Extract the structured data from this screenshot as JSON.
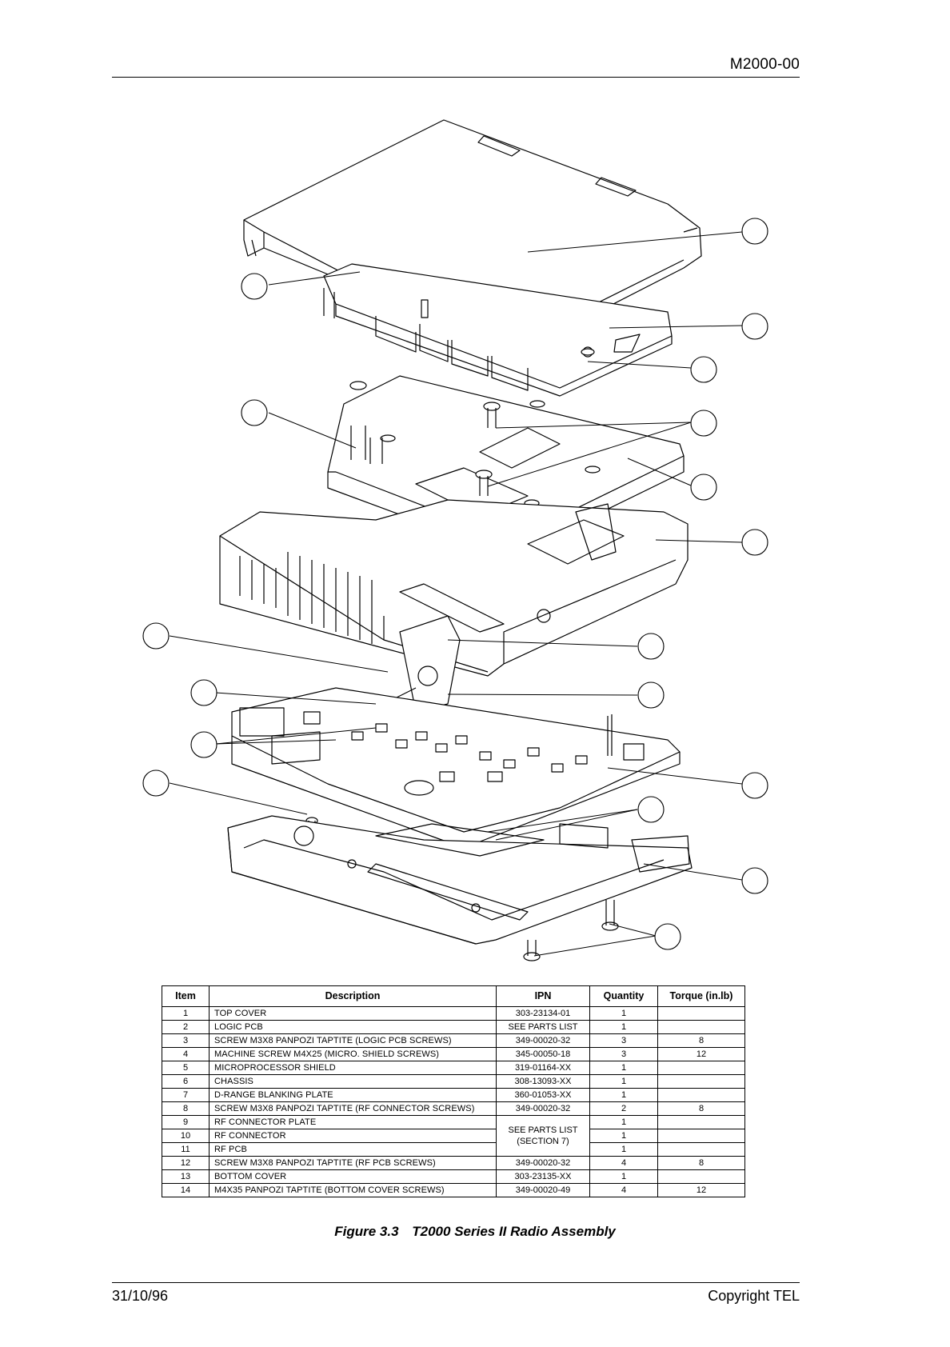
{
  "header": {
    "doc_id": "M2000-00"
  },
  "table": {
    "columns": [
      "Item",
      "Description",
      "IPN",
      "Quantity",
      "Torque (in.lb)"
    ],
    "rows": [
      [
        "1",
        "TOP COVER",
        "303-23134-01",
        "1",
        ""
      ],
      [
        "2",
        "LOGIC PCB",
        "SEE PARTS LIST",
        "1",
        ""
      ],
      [
        "3",
        "SCREW M3X8 PANPOZI TAPTITE (LOGIC PCB SCREWS)",
        "349-00020-32",
        "3",
        "8"
      ],
      [
        "4",
        "MACHINE SCREW M4X25 (MICRO. SHIELD SCREWS)",
        "345-00050-18",
        "3",
        "12"
      ],
      [
        "5",
        "MICROPROCESSOR SHIELD",
        "319-01164-XX",
        "1",
        ""
      ],
      [
        "6",
        "CHASSIS",
        "308-13093-XX",
        "1",
        ""
      ],
      [
        "7",
        "D-RANGE BLANKING PLATE",
        "360-01053-XX",
        "1",
        ""
      ],
      [
        "8",
        "SCREW M3X8 PANPOZI TAPTITE (RF CONNECTOR SCREWS)",
        "349-00020-32",
        "2",
        "8"
      ],
      [
        "9",
        "RF CONNECTOR PLATE",
        "",
        "1",
        ""
      ],
      [
        "10",
        "RF CONNECTOR",
        "",
        "1",
        ""
      ],
      [
        "11",
        "RF PCB",
        "",
        "1",
        ""
      ],
      [
        "12",
        "SCREW M3X8 PANPOZI TAPTITE (RF PCB SCREWS)",
        "349-00020-32",
        "4",
        "8"
      ],
      [
        "13",
        "BOTTOM COVER",
        "303-23135-XX",
        "1",
        ""
      ],
      [
        "14",
        "M4X35 PANPOZI TAPTITE (BOTTOM COVER SCREWS)",
        "349-00020-49",
        "4",
        "12"
      ]
    ],
    "merged_ipn_line1": "SEE PARTS LIST",
    "merged_ipn_line2": "(SECTION 7)"
  },
  "caption": {
    "number": "Figure 3.3",
    "title": "T2000 Series II Radio Assembly"
  },
  "footer": {
    "date": "31/10/96",
    "copyright": "Copyright TEL"
  }
}
